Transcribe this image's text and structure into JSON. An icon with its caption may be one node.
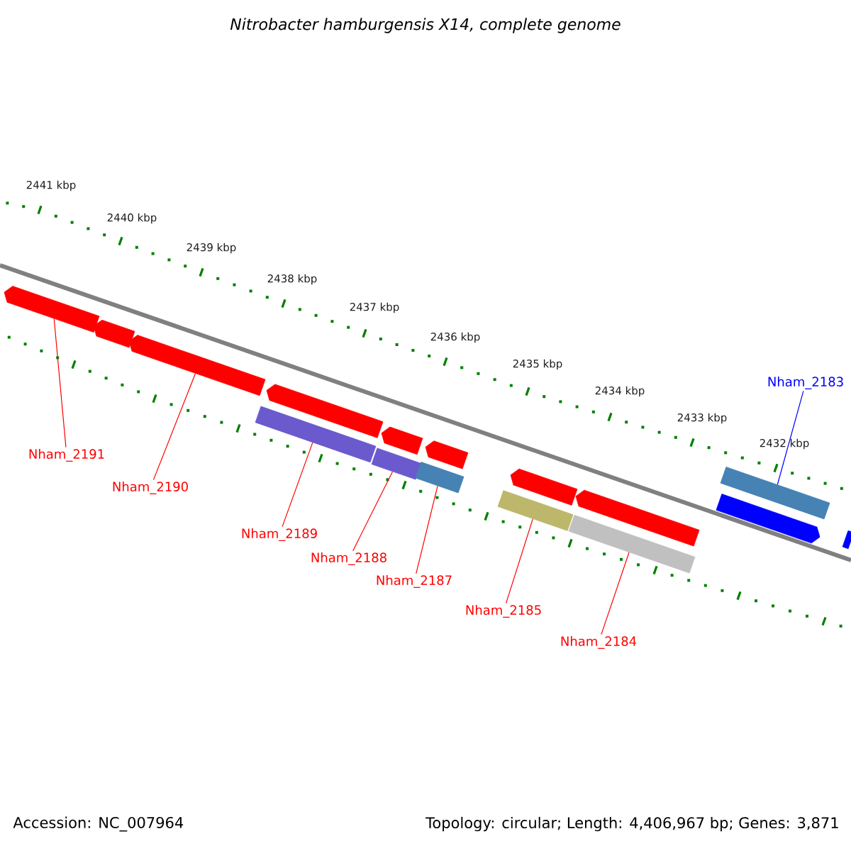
{
  "diagram": {
    "title": "Nitrobacter hamburgensis X14, complete genome",
    "nodes": [
      {
        "text": [
          "Nham_2191"
        ]
      },
      {
        "text": [
          "Nham_2190"
        ]
      },
      {
        "text": [
          "Nham_2189"
        ]
      },
      {
        "text": [
          "Nham_2188"
        ]
      },
      {
        "text": [
          "Nham_2187"
        ]
      },
      {
        "text": [
          "Nham_2185"
        ]
      },
      {
        "text": [
          "Nham_2184"
        ]
      },
      {
        "text": [
          "Nham_2183"
        ]
      },
      {
        "text": [],
        "shape": "bar"
      },
      {
        "text": [],
        "shape": "bar"
      },
      {
        "text": [],
        "shape": "bar"
      },
      {
        "text": [],
        "shape": "bar"
      },
      {
        "text": [],
        "shape": "bar"
      },
      {
        "text": [],
        "shape": "bar"
      },
      {
        "text": [],
        "shape": "bar"
      },
      {
        "text": [],
        "shape": "bar"
      },
      {
        "text": [],
        "shape": "bar"
      },
      {
        "text": [],
        "shape": "bar"
      },
      {
        "text": [],
        "shape": "bar"
      },
      {
        "text": [],
        "shape": "bar"
      },
      {
        "text": [],
        "shape": "bar"
      },
      {
        "text": [],
        "shape": "bar"
      },
      {
        "text": [],
        "shape": "bar"
      },
      {
        "text": [],
        "shape": "bar"
      }
    ],
    "edges": [
      {
        "from": 0,
        "to": 8,
        "arrow": "none"
      },
      {
        "from": 1,
        "to": 10,
        "arrow": "none"
      },
      {
        "from": 2,
        "to": 14,
        "arrow": "none"
      },
      {
        "from": 3,
        "to": 15,
        "arrow": "none"
      },
      {
        "from": 4,
        "to": 16,
        "arrow": "none"
      },
      {
        "from": 5,
        "to": 18,
        "arrow": "none"
      },
      {
        "from": 6,
        "to": 20,
        "arrow": "none"
      },
      {
        "from": 7,
        "to": 21,
        "arrow": "none",
        "color": "#0000ff"
      }
    ],
    "labels": [
      "2441 kbp",
      "2440 kbp",
      "2439 kbp",
      "2438 kbp",
      "2437 kbp",
      "2436 kbp",
      "2435 kbp",
      "2434 kbp",
      "2433 kbp",
      "2432 kbp",
      "Accession: NC_007964",
      "Topology: circular; Length: 4,406,967 bp; Genes: 3,871"
    ]
  }
}
